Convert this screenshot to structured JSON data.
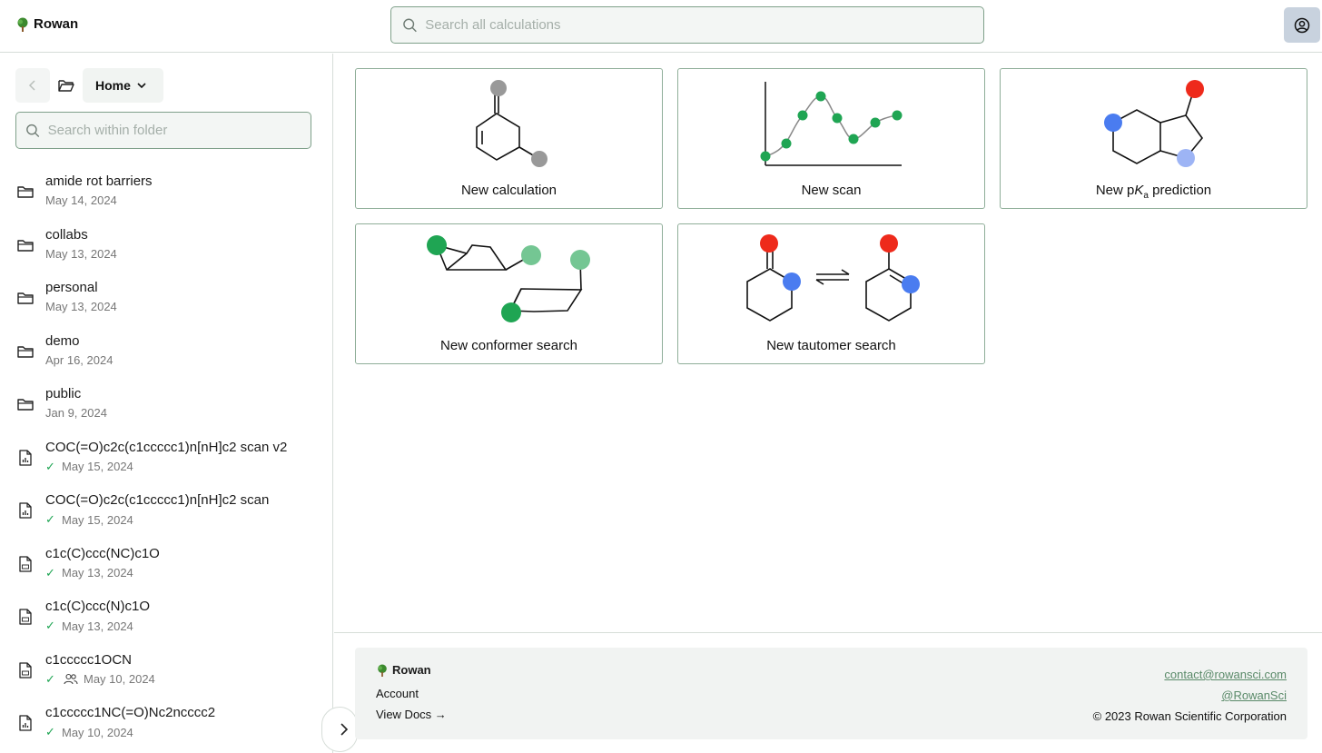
{
  "app": {
    "name": "Rowan"
  },
  "header": {
    "search_placeholder": "Search all calculations"
  },
  "sidebar": {
    "folder_dropdown": "Home",
    "search_placeholder": "Search within folder",
    "items": [
      {
        "name": "amide rot barriers",
        "date": "May 14, 2024",
        "type": "folder"
      },
      {
        "name": "collabs",
        "date": "May 13, 2024",
        "type": "folder"
      },
      {
        "name": "personal",
        "date": "May 13, 2024",
        "type": "folder"
      },
      {
        "name": "demo",
        "date": "Apr 16, 2024",
        "type": "folder"
      },
      {
        "name": "public",
        "date": "Jan 9, 2024",
        "type": "folder"
      },
      {
        "name": "COC(=O)c2c(c1ccccc1)n[nH]c2 scan v2",
        "date": "May 15, 2024",
        "type": "scan",
        "status": "complete"
      },
      {
        "name": "COC(=O)c2c(c1ccccc1)n[nH]c2 scan",
        "date": "May 15, 2024",
        "type": "scan",
        "status": "complete"
      },
      {
        "name": "c1c(C)ccc(NC)c1O",
        "date": "May 13, 2024",
        "type": "pka",
        "status": "complete"
      },
      {
        "name": "c1c(C)ccc(N)c1O",
        "date": "May 13, 2024",
        "type": "pka",
        "status": "complete"
      },
      {
        "name": "c1ccccc1OCN",
        "date": "May 10, 2024",
        "type": "pka",
        "status": "complete",
        "shared": true
      },
      {
        "name": "c1ccccc1NC(=O)Nc2ncccc2",
        "date": "May 10, 2024",
        "type": "scan",
        "status": "complete"
      }
    ]
  },
  "cards": [
    {
      "label": "New calculation"
    },
    {
      "label": "New scan"
    },
    {
      "label_prefix": "New p",
      "label_italic": "K",
      "label_sub": "a",
      "label_suffix": " prediction"
    },
    {
      "label": "New conformer search"
    },
    {
      "label": "New tautomer search"
    }
  ],
  "footer": {
    "brand": "Rowan",
    "account": "Account",
    "docs": "View Docs →",
    "email": "contact@rowansci.com",
    "twitter": "@RowanSci",
    "copyright": "© 2023 Rowan Scientific Corporation"
  },
  "colors": {
    "accent_green": "#1fa553",
    "border_green": "#8fae99",
    "red": "#ee2a1b",
    "blue": "#4a7cf0",
    "gray_atom": "#999999"
  }
}
